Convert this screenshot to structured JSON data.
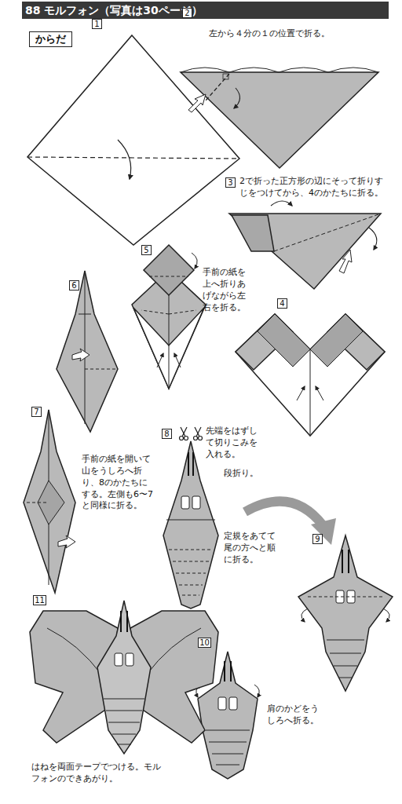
{
  "diagram": {
    "title": "88 モルフォン（写真は30ページ）",
    "nodes": [
      {
        "text": [
          "からだ"
        ]
      },
      {
        "text": [
          "1"
        ]
      },
      {
        "text": [
          "2"
        ]
      },
      {
        "text": [
          "3"
        ]
      },
      {
        "text": [
          "4"
        ]
      },
      {
        "text": [
          "5"
        ]
      },
      {
        "text": [
          "6"
        ]
      },
      {
        "text": [
          "7"
        ]
      },
      {
        "text": [
          "8"
        ]
      },
      {
        "text": [
          "9"
        ]
      },
      {
        "text": [
          "10"
        ]
      },
      {
        "text": [
          "11"
        ]
      }
    ],
    "labels": [
      "左から４分の１の位置で折る。",
      "2で折った正方形の辺にそって折りすじをつけてから、4のかたちに折る。",
      "手前の紙を上へ折りあげながら左右を折る。",
      "手前の紙を開いて山をうしろへ折り、8のかたちにする。左側も6〜7と同様に折る。",
      "先端をはずして切りこみを入れる。",
      "段折り。",
      "定規をあてて尾の方へと順に折る。",
      "肩のかどをうしろへ折る。",
      "はねを両面テープでつける。モルフォンのできあがり。"
    ]
  }
}
